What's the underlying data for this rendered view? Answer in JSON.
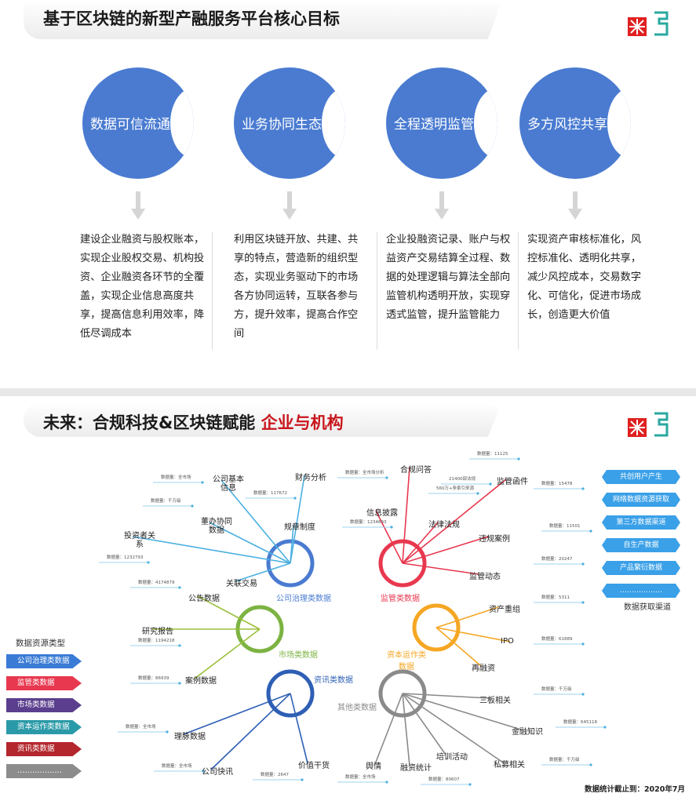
{
  "slide1": {
    "title": "基于区块链的新型产融服务平台核心目标",
    "goals": [
      {
        "label": "数据可信流通",
        "desc": [
          "建设企业融资与股权账本，",
          "实现企业股权交易、机构投",
          "资、企业融资各环节的全覆",
          "盖，实现企业信息高度共",
          "享，提高信息利用效率，降",
          "低尽调成本"
        ]
      },
      {
        "label": "业务协同生态",
        "desc": [
          "利用区块链开放、共建、共",
          "享的特点，营造新的组织型",
          "态，实现业务驱动下的市场",
          "各方协同运转，互联各参与",
          "方，提升效率，提高合作空",
          "间"
        ]
      },
      {
        "label": "全程透明监管",
        "desc": [
          "企业投融资记录、账户与权",
          "益资产交易结算全过程、数",
          "据的处理逻辑与算法全部向",
          "监管机构透明开放，实现穿",
          "透式监管，提升监管能力"
        ]
      },
      {
        "label": "多方风控共享",
        "desc": [
          "实现资产审核标准化，风",
          "控标准化、透明化共享，",
          "减少风控成本，交易数字",
          "化、可信化，促进市场成",
          "长，创造更大价值"
        ]
      }
    ]
  },
  "slide2": {
    "title_prefix": "未来：合规科技&区块链赋能 ",
    "title_highlight": "企业与机构",
    "hubs": [
      {
        "label": "公司治理类数据",
        "color": "#4a7bd1"
      },
      {
        "label": "监管类数据",
        "color": "#e8384f"
      },
      {
        "label": "市场类数据",
        "color": "#7cb342"
      },
      {
        "label": "资本运作类数据",
        "color": "#f5a623"
      },
      {
        "label": "资讯类数据",
        "color": "#2e5fb5"
      },
      {
        "label": "其他类数据",
        "color": "#8a8a8a"
      }
    ],
    "nodes": {
      "governance": [
        "公司基本信息",
        "财务分析",
        "董办协同数据",
        "规章制度",
        "投资者关系",
        "关联交易"
      ],
      "regulation": [
        "合规问答",
        "监管函件",
        "信息披露",
        "法律法规",
        "违规案例",
        "监管动态"
      ],
      "market": [
        "公告数据",
        "研究报告",
        "案例数据"
      ],
      "capital": [
        "资产重组",
        "IPO",
        "再融资"
      ],
      "news": [
        "理脉数据",
        "公司快讯",
        "价值干货"
      ],
      "other": [
        "三板相关",
        "金融知识",
        "私募相关",
        "培训活动",
        "融资统计",
        "舆情"
      ]
    },
    "counts": [
      "数据量：全市场",
      "数据量：千万级",
      "数据量：117672",
      "数据量：全市场分析",
      "数据量：11125",
      "21400部法规",
      "560万+条索引来源",
      "数据量：15478",
      "数据量：1234693",
      "数据量：11501",
      "数据量：20247",
      "数据量：1232793",
      "数据量：4174879",
      "数据量：5311",
      "数据量：1194218",
      "数据量：61889",
      "数据量：86939",
      "数据量：千万级",
      "数据量：全市场",
      "数据量：645118",
      "数据量：全市场",
      "数据量：2647",
      "数据量：全市场",
      "数据量：80607",
      "数据量：千万级"
    ],
    "legend_title": "数据资源类型",
    "legend": [
      {
        "label": "公司治理类数据",
        "color": "#3a7bd5"
      },
      {
        "label": "监管类数据",
        "color": "#e8384f"
      },
      {
        "label": "市场类数据",
        "color": "#5b3f8e"
      },
      {
        "label": "资本运作类数据",
        "color": "#2a9aa8"
      },
      {
        "label": "资讯类数据",
        "color": "#b3272d"
      },
      {
        "label": "………………",
        "color": "#8c8c8c"
      }
    ],
    "channels_title": "数据获取渠道",
    "channels": [
      "共创用户产生",
      "网络数据资源获取",
      "第三方数据渠道",
      "自生产数据",
      "产品繁衍数据",
      "………………"
    ],
    "footer": "数据统计截止到：2020年7月"
  }
}
